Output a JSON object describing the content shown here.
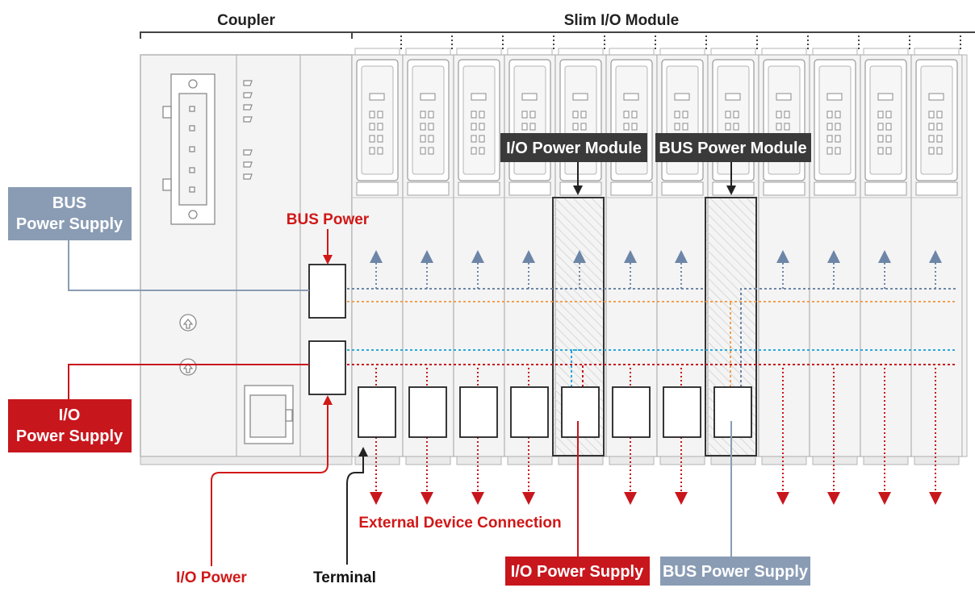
{
  "headers": {
    "coupler": "Coupler",
    "slim_io": "Slim I/O Module"
  },
  "labels": {
    "bus_power_supply_left_line1": "BUS",
    "bus_power_supply_left_line2": "Power Supply",
    "io_power_supply_left_line1": "I/O",
    "io_power_supply_left_line2": "Power Supply",
    "bus_power": "BUS Power",
    "io_power_module": "I/O Power Module",
    "bus_power_module": "BUS Power Module",
    "external_device_connection": "External Device Connection",
    "io_power": "I/O Power",
    "terminal": "Terminal",
    "io_power_supply_bottom": "I/O Power Supply",
    "bus_power_supply_bottom": "BUS Power Supply"
  },
  "colors": {
    "bus_blue": "#8a9cb4",
    "bus_line": "#6d86a8",
    "io_red": "#c8161d",
    "orange_line": "#f0a050",
    "cyan_line": "#2aa8d8",
    "module_gray": "#b4b4b4",
    "black_label": "#3a3a3a"
  },
  "module_count": 12
}
